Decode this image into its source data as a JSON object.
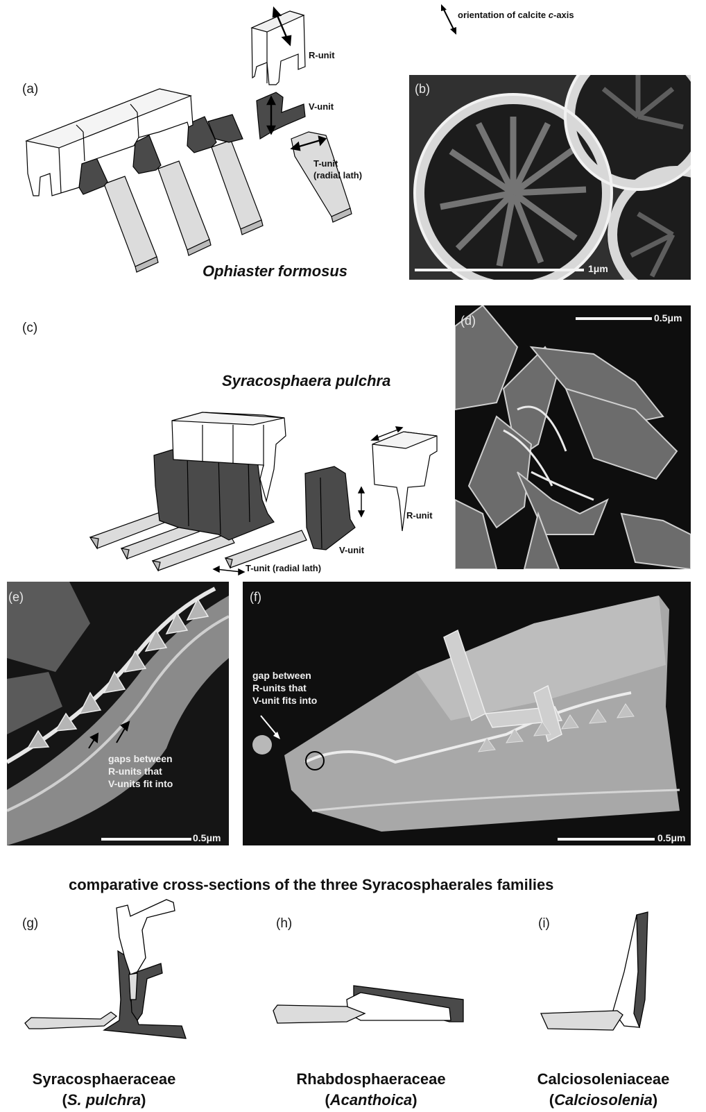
{
  "legend": {
    "text": "orientation of calcite c-axis",
    "text_before": "orientation of calcite ",
    "text_italic": "c",
    "text_after": "-axis"
  },
  "panels": {
    "a": {
      "label": "(a)",
      "species": "Ophiaster formosus",
      "r_unit": "R-unit",
      "v_unit": "V-unit",
      "t_unit": "T-unit\n(radial lath)"
    },
    "b": {
      "label": "(b)",
      "scale": "1μm"
    },
    "c": {
      "label": "(c)",
      "species": "Syracosphaera pulchra",
      "r_unit": "R-unit",
      "v_unit": "V-unit",
      "t_unit": "T-unit (radial lath)"
    },
    "d": {
      "label": "(d)",
      "scale": "0.5μm"
    },
    "e": {
      "label": "(e)",
      "annotation": "gaps between\nR-units that\nV-units fit into",
      "scale": "0.5μm"
    },
    "f": {
      "label": "(f)",
      "annotation": "gap between\nR-units that\nV-unit fits into",
      "scale": "0.5μm"
    },
    "g": {
      "label": "(g)",
      "family": "Syracosphaeraceae",
      "example_open": "(",
      "example": "S. pulchra",
      "example_close": ")"
    },
    "h": {
      "label": "(h)",
      "family": "Rhabdosphaeraceae",
      "example_open": "(",
      "example": "Acanthoica",
      "example_close": ")"
    },
    "i": {
      "label": "(i)",
      "family": "Calciosoleniaceae",
      "example_open": "(",
      "example": "Calciosolenia",
      "example_close": ")"
    }
  },
  "section_title": "comparative cross-sections of the three Syracosphaerales families",
  "colors": {
    "r_unit": "#ffffff",
    "v_unit": "#4a4a4a",
    "t_unit": "#dcdcdc",
    "outline": "#000000",
    "photo_bg": "#1a1a1a"
  }
}
